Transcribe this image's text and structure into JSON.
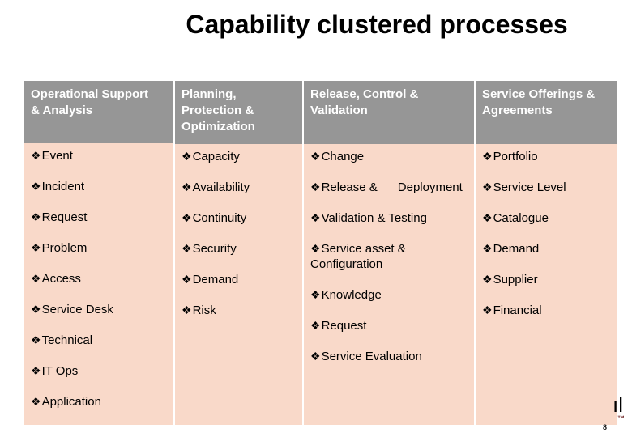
{
  "title": "Capability clustered processes",
  "table": {
    "bullet": "❖",
    "columns": [
      {
        "header": "Operational Support\n& Analysis",
        "items": [
          "Event",
          "Incident",
          "Request",
          "Problem",
          "Access",
          "Service Desk",
          "Technical",
          "IT Ops",
          "Application"
        ]
      },
      {
        "header": "Planning,\nProtection &\nOptimization",
        "items": [
          "Capacity",
          "Availability",
          "Continuity",
          "Security",
          "Demand",
          "Risk"
        ]
      },
      {
        "header": "Release, Control &\nValidation",
        "items": [
          "Change",
          "Release &      Deployment",
          "Validation & Testing",
          "Service asset &\nConfiguration",
          "Knowledge",
          "Request",
          "Service Evaluation"
        ]
      },
      {
        "header": "Service Offerings &\nAgreements",
        "items": [
          "Portfolio",
          "Service Level",
          "Catalogue",
          "Demand",
          "Supplier",
          "Financial"
        ]
      }
    ]
  },
  "footer": {
    "partial_text": "ıl",
    "trademark_mark": "™",
    "page_mark": "8"
  },
  "colors": {
    "header_bg": "#969696",
    "cell_bg": "#f9d9c9",
    "header_text": "#ffffff",
    "body_text": "#000000"
  }
}
